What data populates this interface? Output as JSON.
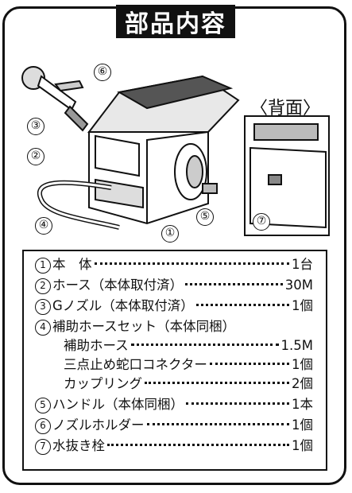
{
  "title": "部品内容",
  "back_view_label": "〈背面〉",
  "callouts": [
    "①",
    "②",
    "③",
    "④",
    "⑤",
    "⑥",
    "⑦"
  ],
  "parts": [
    {
      "num": "1",
      "name": "本　体",
      "qty": "1台"
    },
    {
      "num": "2",
      "name": "ホース（本体取付済）",
      "qty": "30M"
    },
    {
      "num": "3",
      "name": "Gノズル（本体取付済）",
      "qty": "1個"
    },
    {
      "num": "4",
      "name": "補助ホースセット（本体同梱）",
      "qty": ""
    },
    {
      "num": "",
      "name": "補助ホース",
      "qty": "1.5M"
    },
    {
      "num": "",
      "name": "三点止め蛇口コネクター",
      "qty": "1個"
    },
    {
      "num": "",
      "name": "カップリング",
      "qty": "2個"
    },
    {
      "num": "5",
      "name": "ハンドル（本体同梱）",
      "qty": "1本"
    },
    {
      "num": "6",
      "name": "ノズルホルダー",
      "qty": "1個"
    },
    {
      "num": "7",
      "name": "水抜き栓",
      "qty": "1個"
    }
  ]
}
